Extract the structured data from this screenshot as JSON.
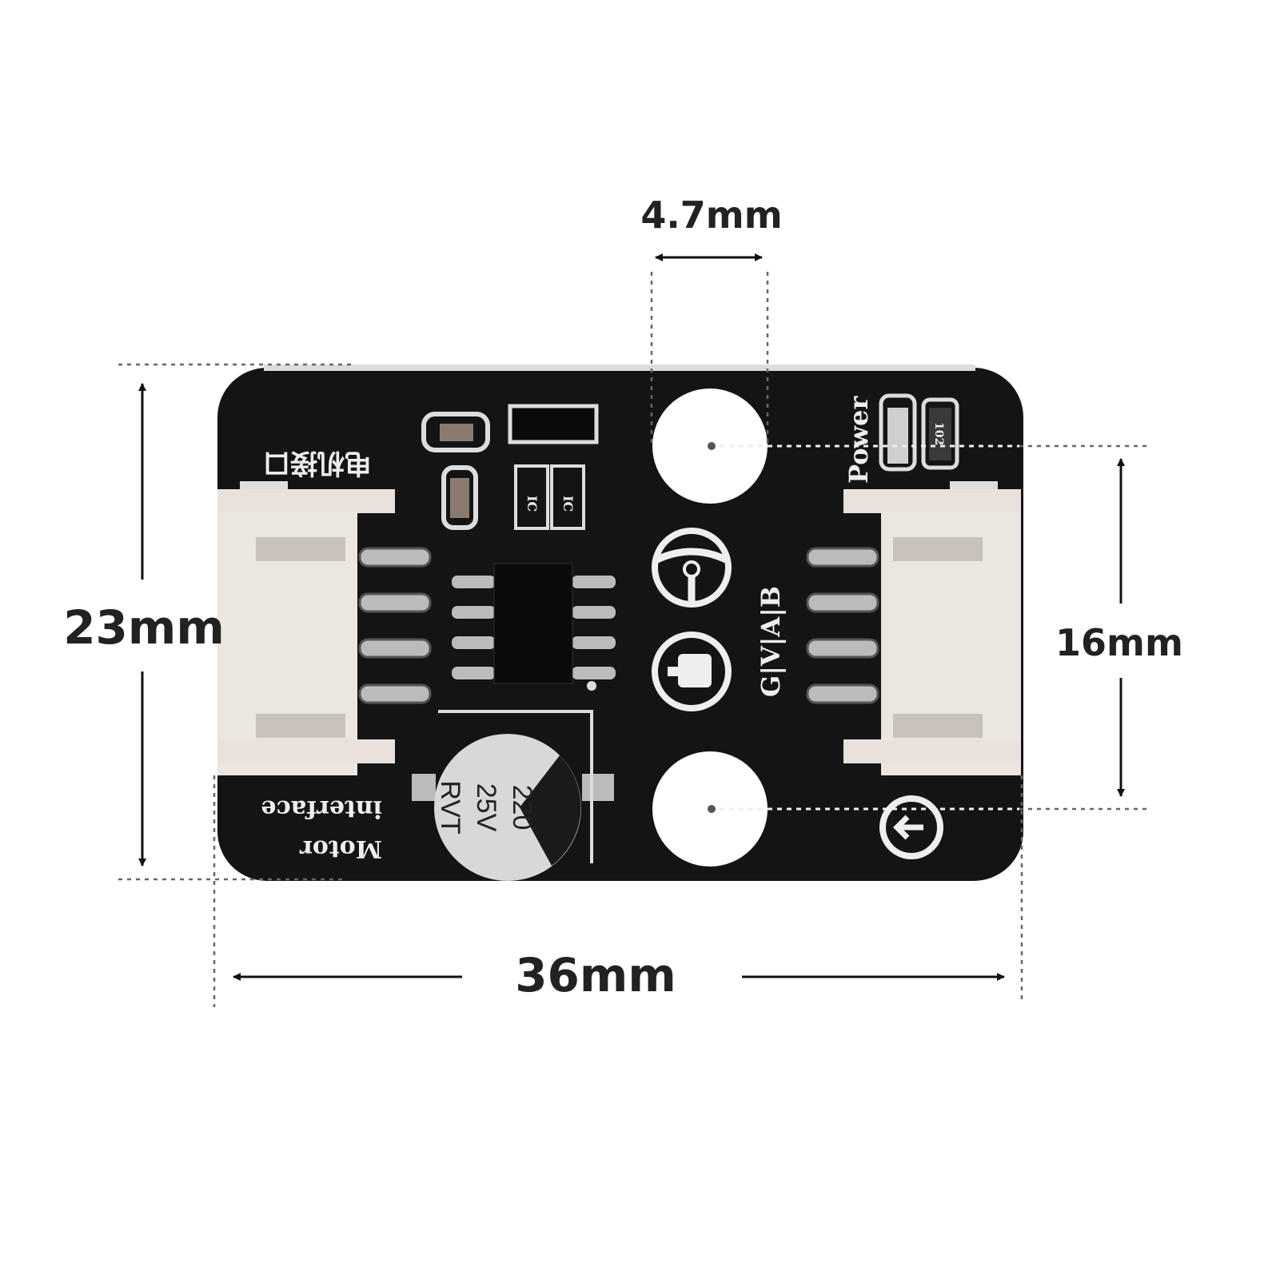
{
  "dimensions": {
    "hole_diameter": "4.7mm",
    "board_height": "23mm",
    "hole_spacing": "16mm",
    "board_width": "36mm"
  },
  "silkscreen": {
    "chinese_label": "电机接口",
    "motor_label_line1": "Motor",
    "motor_label_line2": "interface",
    "power_label": "Power",
    "pin_label": "G|V|A|B",
    "resistor_code": "102",
    "ic_code": "IC"
  },
  "capacitor": {
    "line1": "220",
    "line2": "25V",
    "line3": "RVT"
  },
  "colors": {
    "board": "#141414",
    "silkscreen": "#eeeeee",
    "connector": "#e9e2dc",
    "dimension_text": "#222222"
  }
}
